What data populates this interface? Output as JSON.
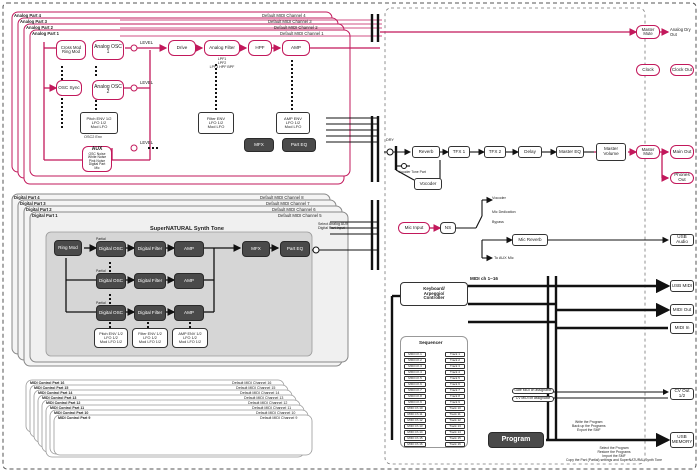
{
  "analog_parts": {
    "headers": [
      "Analog Part 4",
      "Analog Part 3",
      "Analog Part 2",
      "Analog Part 1"
    ],
    "channels": [
      "Default MIDI Channel 4",
      "Default MIDI Channel 3",
      "Default MIDI Channel 2",
      "Default MIDI Channel 1"
    ],
    "cross_mod": "Cross Mod\nRing Mod",
    "osc1": "Analog OSC 1",
    "osc2": "Analog OSC 2",
    "osc_sync": "OSC Sync",
    "level": "LEVEL",
    "drive": "Drive",
    "filter": "Analog Filter",
    "filter_types": "LPF1\nLPF2\nLPF3 HPF BPF",
    "hpf": "HPF",
    "amp": "AMP",
    "pitch_env": "Pitch ENV 1/2\nLFO 1/2\nMod LFO",
    "filter_env": "Filter ENV\nLFO 1/2\nMod LFO",
    "amp_env": "AMP ENV\nLFO 1/2\nMod LFO",
    "osc_env": "OSC2 Env",
    "aux": "AUX",
    "aux_src": "OSC Noise\nWhite Noise\nPink Noise\nDigital Part\nMic",
    "mfx": "MFX",
    "part_eq": "Part EQ"
  },
  "digital_parts": {
    "headers": [
      "Digital Part 4",
      "Digital Part 3",
      "Digital Part 2",
      "Digital Part 1"
    ],
    "channels": [
      "Default MIDI Channel 8",
      "Default MIDI Channel 7",
      "Default MIDI Channel 6",
      "Default MIDI Channel 5"
    ],
    "title": "SuperNATURAL Synth Tone",
    "partial": "Partial",
    "ring_mod": "Ring Mod",
    "osc": "Digital OSC",
    "filter": "Digital Filter",
    "amp": "AMP",
    "mfx": "MFX",
    "part_eq": "Part EQ",
    "pitch_env": "Pitch ENV 1/2\nLFO 1/2\nMod LFO 1/2",
    "filter_env": "Filter ENV 1/2\nLFO 1/2\nMod LFO 1/2",
    "amp_env": "AMP ENV 1/2\nLFO 1/2\nMod LFO 1/2",
    "select": "Select Analog AUX\nDigital Part Input"
  },
  "midi_parts": {
    "headers": [
      "MIDI Control Part 16",
      "MIDI Control Part 15",
      "MIDI Control Part 14",
      "MIDI Control Part 13",
      "MIDI Control Part 12",
      "MIDI Control Part 11",
      "MIDI Control Part 10",
      "MIDI Control Part 9"
    ],
    "channels": [
      "Default MIDI Channel 16",
      "Default MIDI Channel 15",
      "Default MIDI Channel 14",
      "Default MIDI Channel 13",
      "Default MIDI Channel 12",
      "Default MIDI Channel 11",
      "Default MIDI Channel 10",
      "Default MIDI Channel 9"
    ]
  },
  "effects": {
    "reverb": "Reverb",
    "tfx1": "TFX 1",
    "tfx2": "TFX 2",
    "delay": "Delay",
    "master_eq": "Master EQ",
    "master_volume": "Master Volume",
    "master_mute": "Master Mute",
    "vocoder": "Vocoder",
    "vocoder_tone": "Vocoder Tone Part",
    "mic_input": "Mic Input",
    "ns": "NS",
    "vocoder_src": "Vocoder",
    "mic_reverb": "Mic Reverb",
    "bypass": "Bypass",
    "mic_dedication": "Mic Dedication",
    "to_aux_mic": "To AUX Mic",
    "dry": "DRY",
    "master_mute_top": "Master Mute"
  },
  "outputs": {
    "analog_dry_out": "Analog Dry Out",
    "clock": "Clock",
    "clock_out": "Clock Out",
    "main_out": "Main Out",
    "phones_out": "Phones Out",
    "usb_audio": "USB Audio",
    "usb_midi": "USB MIDI",
    "midi_out": "MIDI Out",
    "midi_in": "MIDI In",
    "cv_out": "CV Out 1/2",
    "usb_memory": "USB MEMORY"
  },
  "control": {
    "midi_ch": "MIDI ch 1~16",
    "keyboard": "Keyboard/\nArpeggio/\nController",
    "sequencer": "Sequencer",
    "gate_assign": "Gate MIDI ch assignable",
    "cv_assign": "CV MIDI ch assignable",
    "program": "Program",
    "write_notes": "Write the Program\nBack up the Programs\nExport the SMF",
    "select_notes": "Select the Program\nRestore the Programs\nImport the SMF\nCopy the Part (Partial) settings and SuperNATURAL Synth Tone"
  },
  "sequencer_rows": [
    {
      "ch": "MIDI Ch 1",
      "track": "Track 1"
    },
    {
      "ch": "MIDI Ch 2",
      "track": "Track 2"
    },
    {
      "ch": "MIDI Ch 3",
      "track": "Track 3"
    },
    {
      "ch": "MIDI Ch 4",
      "track": "Track 4"
    },
    {
      "ch": "MIDI Ch 5",
      "track": "Track 5"
    },
    {
      "ch": "MIDI Ch 6",
      "track": "Track 6"
    },
    {
      "ch": "MIDI Ch 7",
      "track": "Track 7"
    },
    {
      "ch": "MIDI Ch 8",
      "track": "Track 8"
    },
    {
      "ch": "MIDI Ch 9",
      "track": "Track 9"
    },
    {
      "ch": "MIDI Ch 10",
      "track": "Track 10"
    },
    {
      "ch": "MIDI Ch 11",
      "track": "Track 11"
    },
    {
      "ch": "MIDI Ch 12",
      "track": "Track 12"
    },
    {
      "ch": "MIDI Ch 13",
      "track": "Track 13"
    },
    {
      "ch": "MIDI Ch 14",
      "track": "Track 14"
    },
    {
      "ch": "MIDI Ch 15",
      "track": "Track 15"
    },
    {
      "ch": "MIDI Ch 16",
      "track": "Track 16"
    }
  ],
  "colors": {
    "accent": "#c2185b",
    "dark": "#4a4a4a",
    "line": "#111111"
  }
}
